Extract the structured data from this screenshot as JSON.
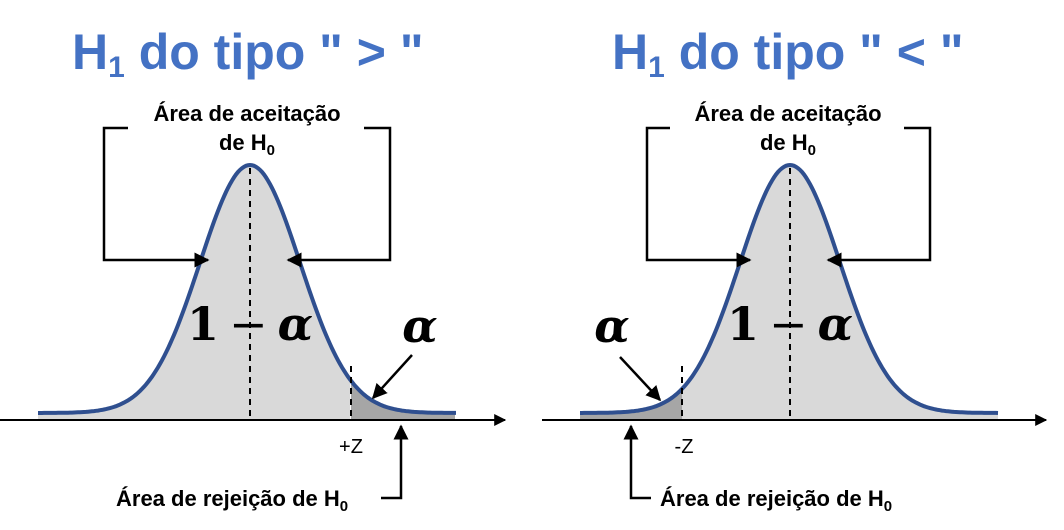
{
  "left": {
    "title": "H",
    "title_sub": "1",
    "title_rest": " do tipo \" > \"",
    "acceptance_line1": "Área de aceitação",
    "acceptance_line2": "de H",
    "acceptance_sub": "0",
    "center_label_one": "1",
    "center_label_minus": "−",
    "center_label_alpha": "α",
    "alpha_label": "α",
    "z_label": "+Z",
    "rejection_label": "Área de rejeição de H",
    "rejection_sub": "0"
  },
  "right": {
    "title": "H",
    "title_sub": "1",
    "title_rest": " do tipo \" < \"",
    "acceptance_line1": "Área de aceitação",
    "acceptance_line2": "de H",
    "acceptance_sub": "0",
    "center_label_one": "1",
    "center_label_minus": "−",
    "center_label_alpha": "α",
    "alpha_label": "α",
    "z_label": "-Z",
    "rejection_label": "Área de rejeição de H",
    "rejection_sub": "0"
  },
  "colors": {
    "title": "#4472C4",
    "curve": "#2F4F8F",
    "acceptance_fill": "#D9D9D9",
    "rejection_fill": "#A6A6A6"
  }
}
